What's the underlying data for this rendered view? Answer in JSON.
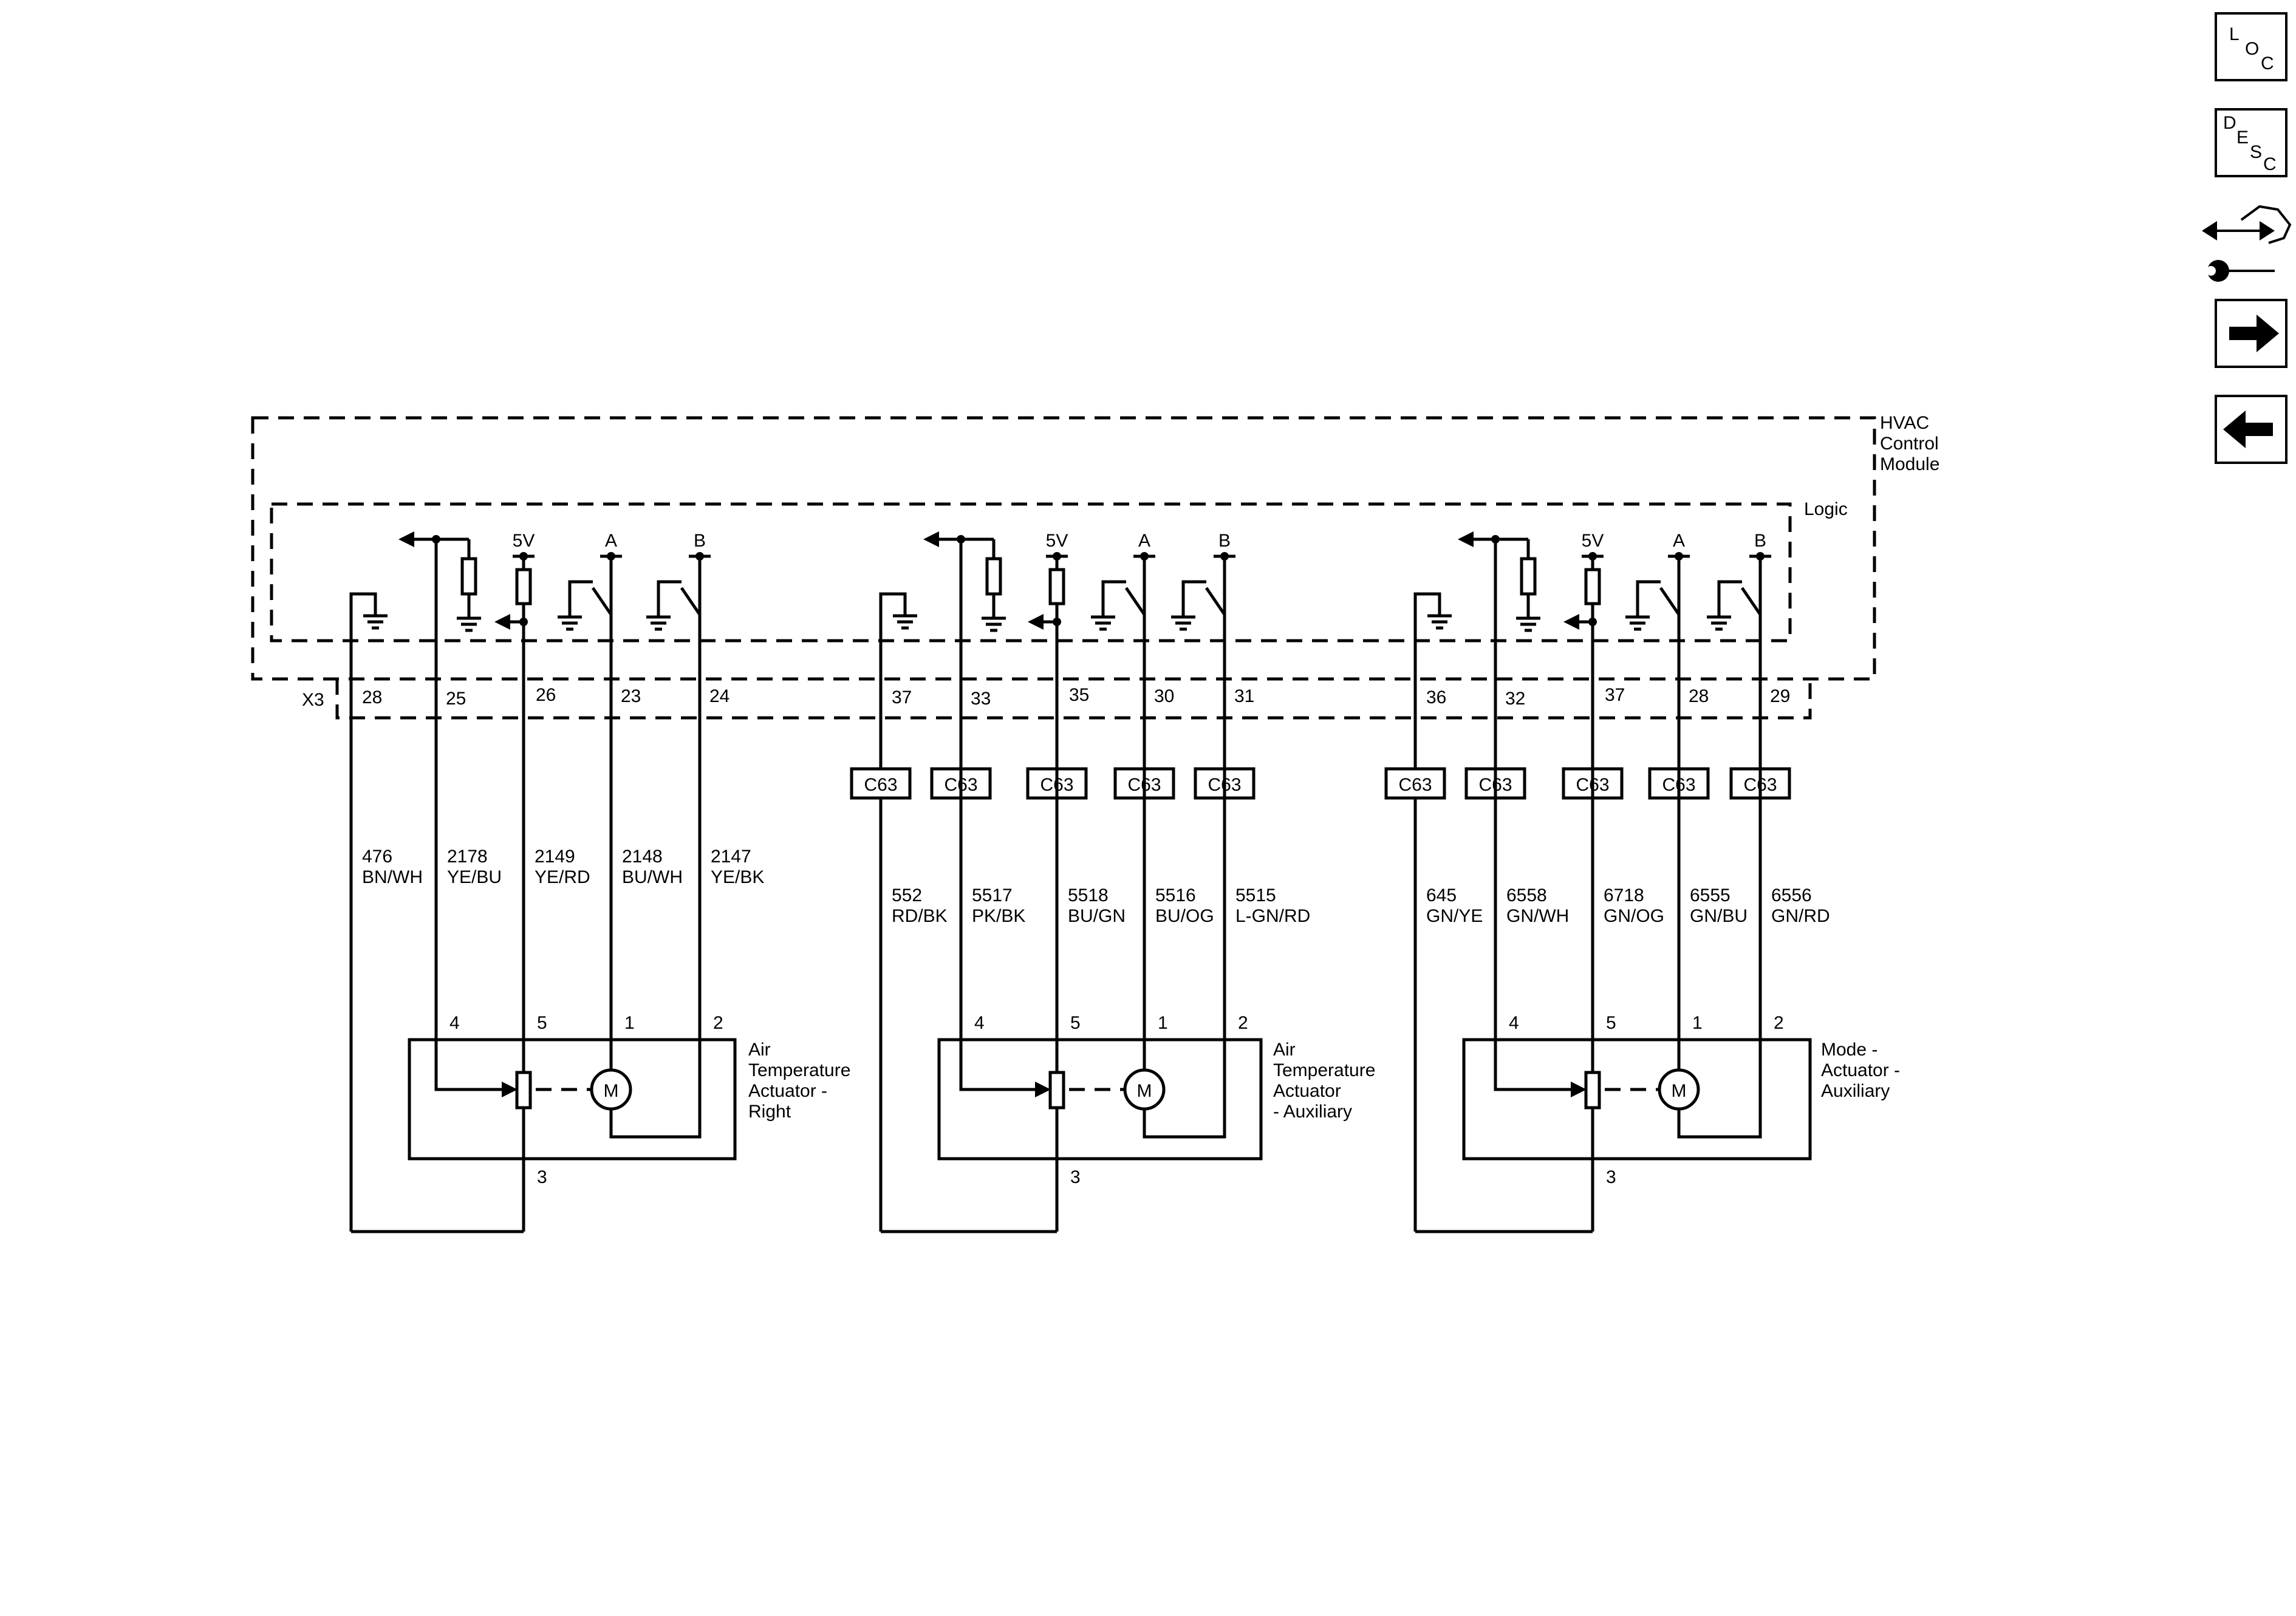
{
  "module": {
    "name_lines": [
      "HVAC",
      "Control",
      "Module"
    ],
    "logic_label": "Logic",
    "connector_label": "X3"
  },
  "nav": {
    "loc": [
      "L",
      "O",
      "C"
    ],
    "desc": [
      "D",
      "E",
      "S",
      "C"
    ],
    "icons": [
      "location-icon",
      "description-icon",
      "service-tool-icon",
      "next-arrow-icon",
      "previous-arrow-icon"
    ]
  },
  "groups": [
    {
      "pins": [
        "28",
        "25",
        "26",
        "23",
        "24"
      ],
      "inline_connector": "",
      "supply_labels": [
        "5V",
        "A",
        "B"
      ],
      "circuits": [
        {
          "num": "476",
          "color": "BN/WH"
        },
        {
          "num": "2178",
          "color": "YE/BU"
        },
        {
          "num": "2149",
          "color": "YE/RD"
        },
        {
          "num": "2148",
          "color": "BU/WH"
        },
        {
          "num": "2147",
          "color": "YE/BK"
        }
      ],
      "actuator_pins": [
        "4",
        "5",
        "1",
        "2",
        "3"
      ],
      "motor_label": "M",
      "actuator_name_lines": [
        "Air",
        "Temperature",
        "Actuator -",
        "Right"
      ]
    },
    {
      "pins": [
        "37",
        "33",
        "35",
        "30",
        "31"
      ],
      "inline_connector": "C63",
      "supply_labels": [
        "5V",
        "A",
        "B"
      ],
      "circuits": [
        {
          "num": "552",
          "color": "RD/BK"
        },
        {
          "num": "5517",
          "color": "PK/BK"
        },
        {
          "num": "5518",
          "color": "BU/GN"
        },
        {
          "num": "5516",
          "color": "BU/OG"
        },
        {
          "num": "5515",
          "color": "L-GN/RD"
        }
      ],
      "actuator_pins": [
        "4",
        "5",
        "1",
        "2",
        "3"
      ],
      "motor_label": "M",
      "actuator_name_lines": [
        "Air",
        "Temperature",
        "Actuator",
        "- Auxiliary"
      ]
    },
    {
      "pins": [
        "36",
        "32",
        "37",
        "28",
        "29"
      ],
      "inline_connector": "C63",
      "supply_labels": [
        "5V",
        "A",
        "B"
      ],
      "circuits": [
        {
          "num": "645",
          "color": "GN/YE"
        },
        {
          "num": "6558",
          "color": "GN/WH"
        },
        {
          "num": "6718",
          "color": "GN/OG"
        },
        {
          "num": "6555",
          "color": "GN/BU"
        },
        {
          "num": "6556",
          "color": "GN/RD"
        }
      ],
      "actuator_pins": [
        "4",
        "5",
        "1",
        "2",
        "3"
      ],
      "motor_label": "M",
      "actuator_name_lines": [
        "Mode -",
        "Actuator -",
        "Auxiliary"
      ]
    }
  ]
}
